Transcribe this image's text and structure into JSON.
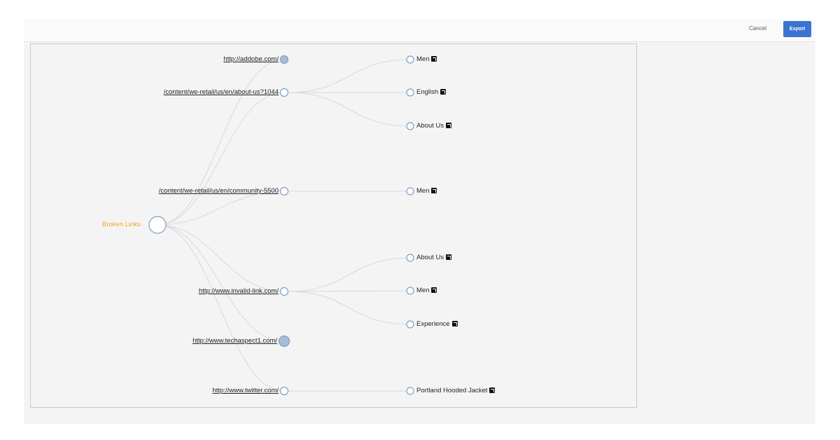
{
  "toolbar": {
    "cancel_label": "Cancel",
    "export_label": "Export"
  },
  "tree": {
    "root": {
      "label": "Broken Links"
    },
    "links": [
      {
        "label": "http://addobe.com/",
        "filled": true
      },
      {
        "label": "/content/we-retail/us/en/about-us?1044",
        "filled": false
      },
      {
        "label": "/content/we-retail/us/en/community-5500",
        "filled": false
      },
      {
        "label": "http://www.invalid-link.com/",
        "filled": false
      },
      {
        "label": "http://www.techaspect1.com/",
        "filled": true
      },
      {
        "label": "http://www.twitter.com/",
        "filled": false
      }
    ],
    "pages": [
      {
        "label": "Men"
      },
      {
        "label": "English"
      },
      {
        "label": "About Us"
      },
      {
        "label": "Men"
      },
      {
        "label": "About Us"
      },
      {
        "label": "Men"
      },
      {
        "label": "Experience"
      },
      {
        "label": "Portland Hooded Jacket"
      }
    ]
  }
}
